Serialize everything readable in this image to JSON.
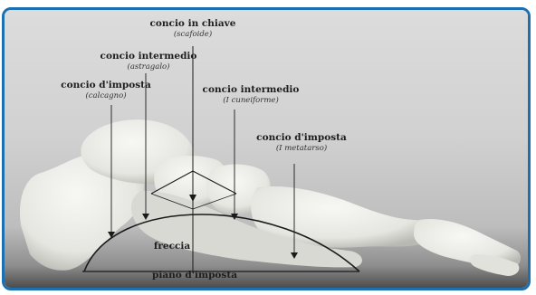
{
  "annotations": {
    "keystone": {
      "title": "concio in chiave",
      "bone": "(scafoide)"
    },
    "intermediate_left": {
      "title": "concio intermedio",
      "bone": "(astragalo)"
    },
    "abutment_left": {
      "title": "concio d'imposta",
      "bone": "(calcagno)"
    },
    "intermediate_right": {
      "title": "concio intermedio",
      "bone": "(I cuneiforme)"
    },
    "abutment_right": {
      "title": "concio d'imposta",
      "bone": "(I metatarso)"
    },
    "rise": "freccia",
    "base_plane": "piano d'imposta"
  },
  "colors": {
    "frame": "#1c6fb0",
    "bone": "#eeeeea",
    "bone_shade": "#b9b9b4",
    "lines": "#1a1a1a",
    "background": "#d1d1d1",
    "floor": "#4c4c4c"
  }
}
